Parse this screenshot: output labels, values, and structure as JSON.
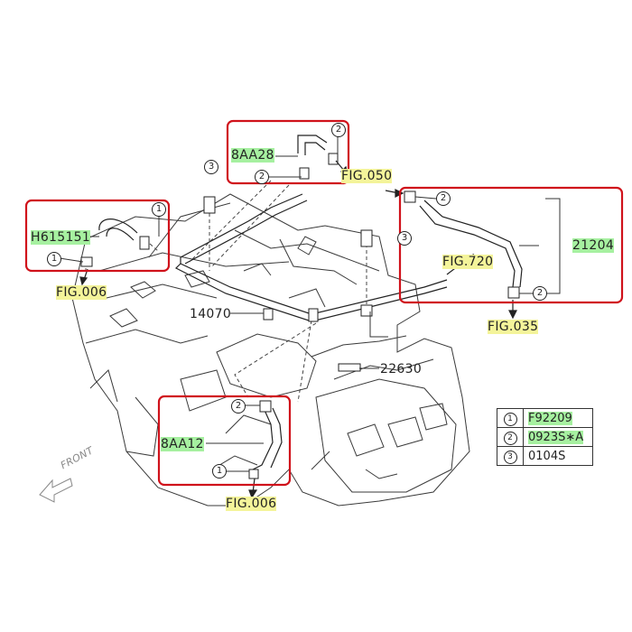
{
  "diagram": {
    "callouts": {
      "c_8aa28": "8AA28",
      "c_h615151": "H615151",
      "c_21204": "21204",
      "c_14070": "14070",
      "c_22630": "22630",
      "c_8aa12": "8AA12"
    },
    "fig_refs": {
      "fig_050": "FIG.050",
      "fig_006_top": "FIG.006",
      "fig_720": "FIG.720",
      "fig_035": "FIG.035",
      "fig_006_bottom": "FIG.006"
    },
    "markers": {
      "one": "1",
      "two": "2",
      "three": "3"
    },
    "front_label": "FRONT"
  },
  "legend": {
    "rows": [
      {
        "num": "1",
        "code": "F92209"
      },
      {
        "num": "2",
        "code": "0923S∗A"
      },
      {
        "num": "3",
        "code": "0104S"
      }
    ]
  },
  "colors": {
    "box_red": "#d0121b",
    "label_green": "#a6f0a0",
    "label_yellow": "#f4f49a",
    "line": "#333333"
  }
}
